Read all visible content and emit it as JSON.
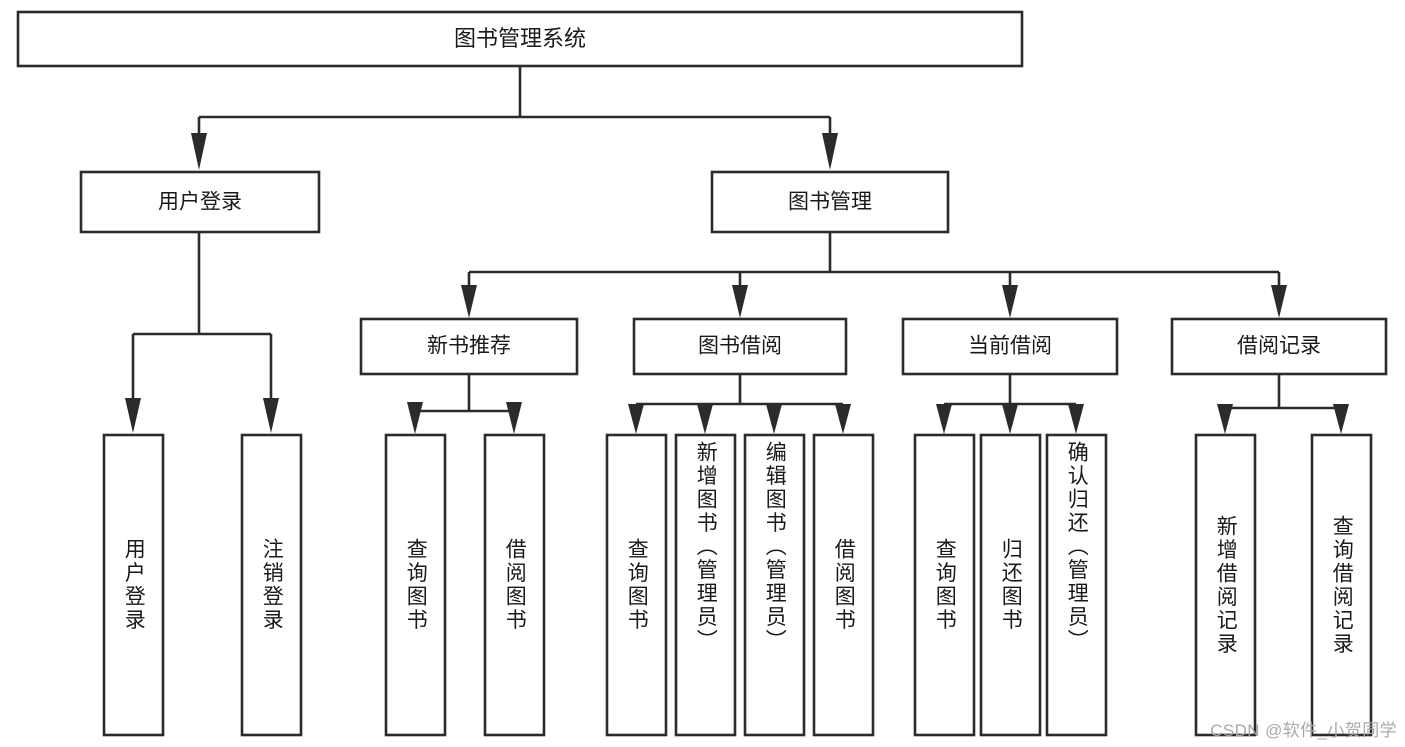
{
  "diagram": {
    "title": "图书管理系统",
    "type": "tree",
    "watermark": "CSDN @软件_小贺同学",
    "colors": {
      "stroke": "#2b2b2b",
      "box_fill": "#ffffff",
      "text": "#1a1a1a",
      "background": "#ffffff",
      "watermark": "#a9a9a9"
    },
    "root": {
      "label": "图书管理系统"
    },
    "level2": [
      {
        "label": "用户登录"
      },
      {
        "label": "图书管理"
      }
    ],
    "level3": [
      {
        "label": "新书推荐"
      },
      {
        "label": "图书借阅"
      },
      {
        "label": "当前借阅"
      },
      {
        "label": "借阅记录"
      }
    ],
    "leaves": {
      "user_login": [
        {
          "label": "用户登录"
        },
        {
          "label": "注销登录"
        }
      ],
      "new_book_recommend": [
        {
          "label": "查询图书"
        },
        {
          "label": "借阅图书"
        }
      ],
      "book_borrow": [
        {
          "label": "查询图书"
        },
        {
          "label": "新增图书（管理员）"
        },
        {
          "label": "编辑图书（管理员）"
        },
        {
          "label": "借阅图书"
        }
      ],
      "current_borrow": [
        {
          "label": "查询图书"
        },
        {
          "label": "归还图书"
        },
        {
          "label": "确认归还（管理员）"
        }
      ],
      "borrow_record": [
        {
          "label": "新增借阅记录"
        },
        {
          "label": "查询借阅记录"
        }
      ]
    }
  }
}
